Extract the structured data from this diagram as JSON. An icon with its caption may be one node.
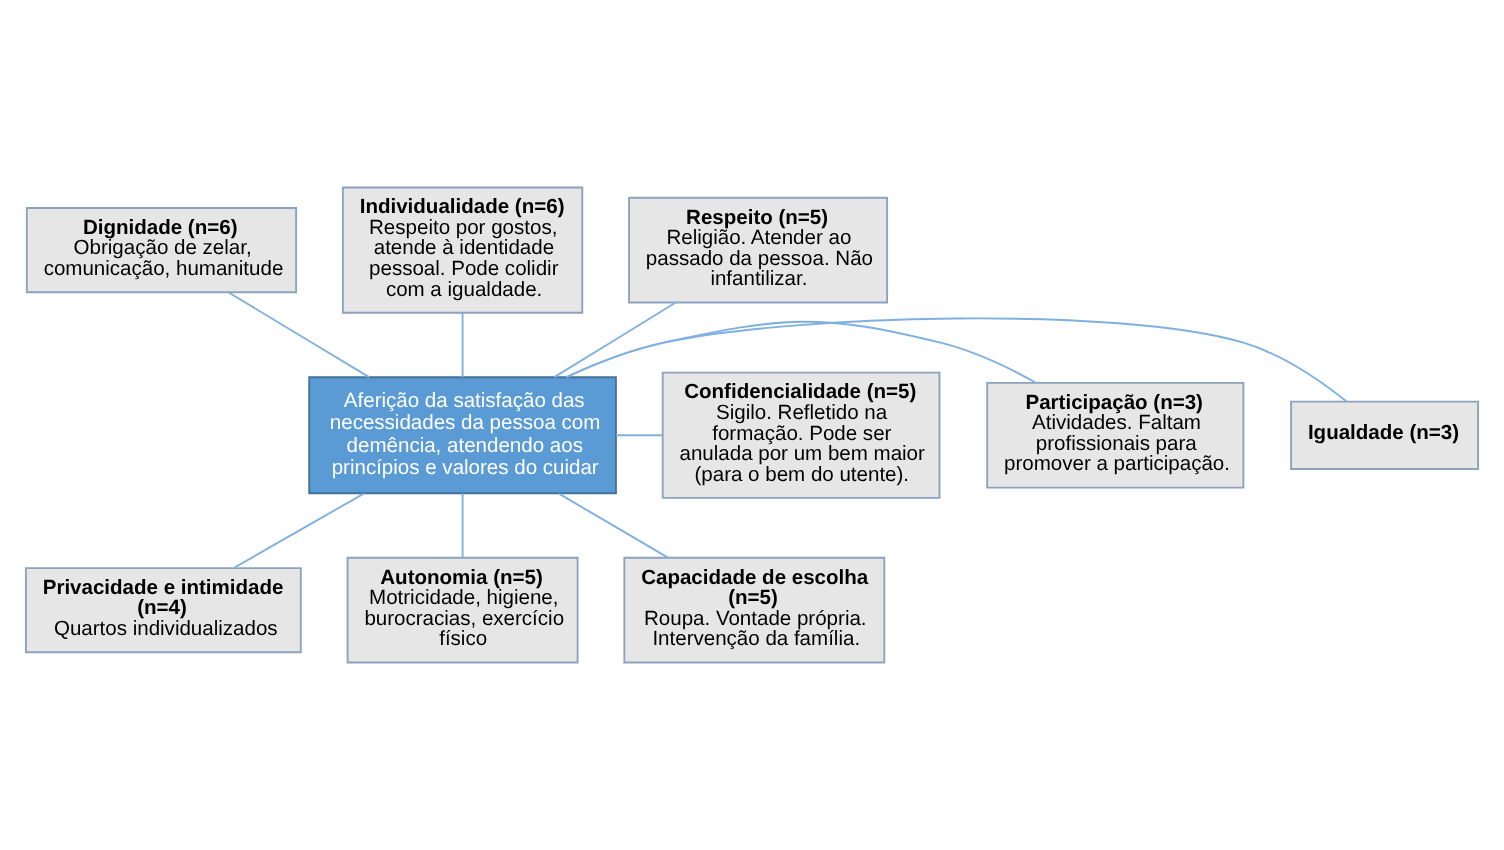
{
  "diagram": {
    "nodes": [
      {
        "text": [
          "Dignidade (n=6)",
          "Obrigação de zelar, comunicação, humanitude"
        ]
      },
      {
        "text": [
          "Individualidade (n=6)",
          "Respeito por gostos, atende à identidade pessoal. Pode colidir com a igualdade."
        ]
      },
      {
        "text": [
          "Respeito (n=5)",
          "Religião. Atender ao passado da pessoa. Não infantilizar."
        ]
      },
      {
        "text": [
          "Igualdade (n=3)"
        ]
      },
      {
        "text": [
          "Aferição da satisfação das necessidades da pessoa com demência, atendendo aos princípios e valores do cuidar"
        ]
      },
      {
        "text": [
          "Participação (n=3)",
          "Atividades. Faltam profissionais para promover a participação."
        ]
      },
      {
        "text": [
          "Confidencialidade (n=5)",
          "Sigilo. Refletido na formação. Pode ser anulada por um bem maior (para o bem do utente)."
        ]
      },
      {
        "text": [
          "Privacidade e intimidade (n=4)",
          "Quartos individualizados"
        ]
      },
      {
        "text": [
          "Autonomia (n=5)",
          "Motricidade, higiene, burocracias, exercício físico"
        ]
      },
      {
        "text": [
          "Capacidade de escolha (n=5)",
          "Roupa. Vontade própria. Intervenção da família."
        ]
      }
    ],
    "edges": [
      {
        "from": 4,
        "to": 0,
        "arrow": "none"
      },
      {
        "from": 4,
        "to": 1,
        "arrow": "none"
      },
      {
        "from": 4,
        "to": 2,
        "arrow": "none"
      },
      {
        "from": 4,
        "to": 3,
        "arrow": "none"
      },
      {
        "from": 4,
        "to": 6,
        "arrow": "none"
      },
      {
        "from": 4,
        "to": 5,
        "arrow": "none"
      },
      {
        "from": 4,
        "to": 7,
        "arrow": "none"
      },
      {
        "from": 4,
        "to": 8,
        "arrow": "none"
      },
      {
        "from": 4,
        "to": 9,
        "arrow": "none"
      }
    ]
  }
}
